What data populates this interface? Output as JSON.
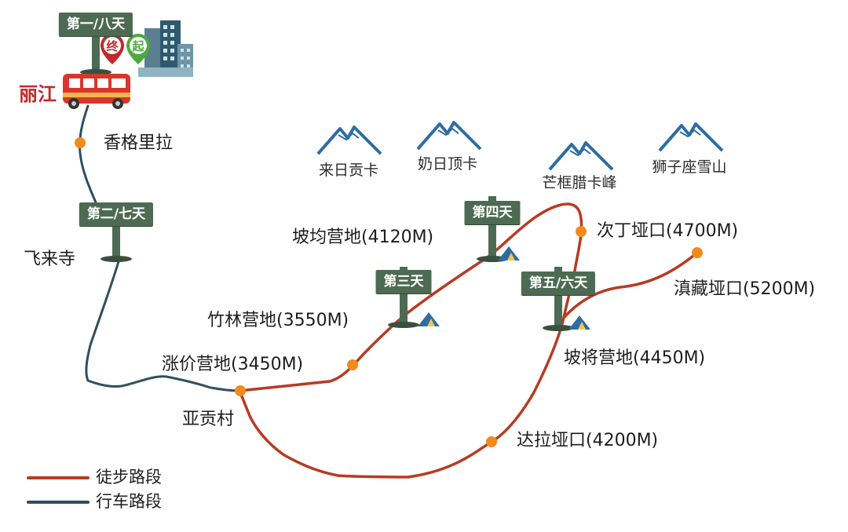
{
  "colors": {
    "hiking": "#b93a22",
    "driving": "#2f4f62",
    "waypoint": "#f28a1e",
    "sign": "#4d6b52",
    "mountain": "#2e6da4",
    "start_text": "#c0292b"
  },
  "start": {
    "label": "丽江",
    "pin_end": "终",
    "pin_start": "起",
    "sign": "第一/八天"
  },
  "day_signs": {
    "day2_7": "第二/七天",
    "day3": "第三天",
    "day4": "第四天",
    "day5_6": "第五/六天"
  },
  "places": {
    "shangrila": "香格里拉",
    "feilai_temple": "飞来寺",
    "yabeng_village": "亚贡村",
    "zhangjia_camp": "涨价营地(3450M)",
    "zhulin_camp": "竹林营地(3550M)",
    "pojun_camp": "坡均营地(4120M)",
    "ciding_pass": "次丁垭口(4700M)",
    "dianzang_pass": "滇藏垭口(5200M)",
    "pojiang_camp": "坡将营地(4450M)",
    "dala_pass": "达拉垭口(4200M)"
  },
  "mountains": {
    "lairi": "来日贡卡",
    "nairi": "奶日顶卡",
    "mangkuang": "芒框腊卡峰",
    "shizizuo": "狮子座雪山"
  },
  "legend": {
    "hiking": "徒步路段",
    "driving": "行车路段"
  }
}
